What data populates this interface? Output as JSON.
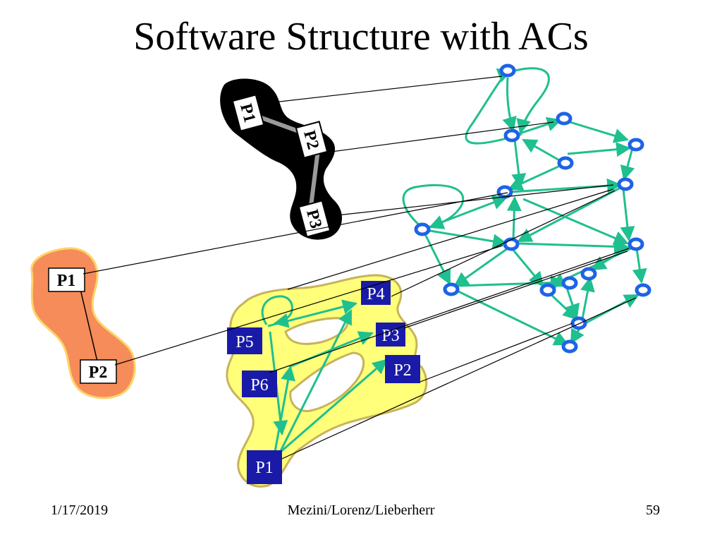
{
  "slide": {
    "title": "Software Structure with ACs",
    "footer": {
      "date": "1/17/2019",
      "authors": "Mezini/Lorenz/Lieberherr",
      "page": "59"
    }
  },
  "components": {
    "black": {
      "labels": [
        "P1",
        "P2",
        "P3"
      ]
    },
    "orange": {
      "labels": [
        "P1",
        "P2"
      ]
    },
    "yellow": {
      "labels": [
        "P1",
        "P2",
        "P3",
        "P4",
        "P5",
        "P6"
      ]
    }
  },
  "colors": {
    "black_blob": "#000000",
    "orange_blob": "#f58c5a",
    "yellow_blob": "#ffff7a",
    "port_box": "#1a1aa8",
    "graph_edge": "#1fbf8f",
    "graph_node": "#1e63e6",
    "mapping_line": "#000000"
  }
}
